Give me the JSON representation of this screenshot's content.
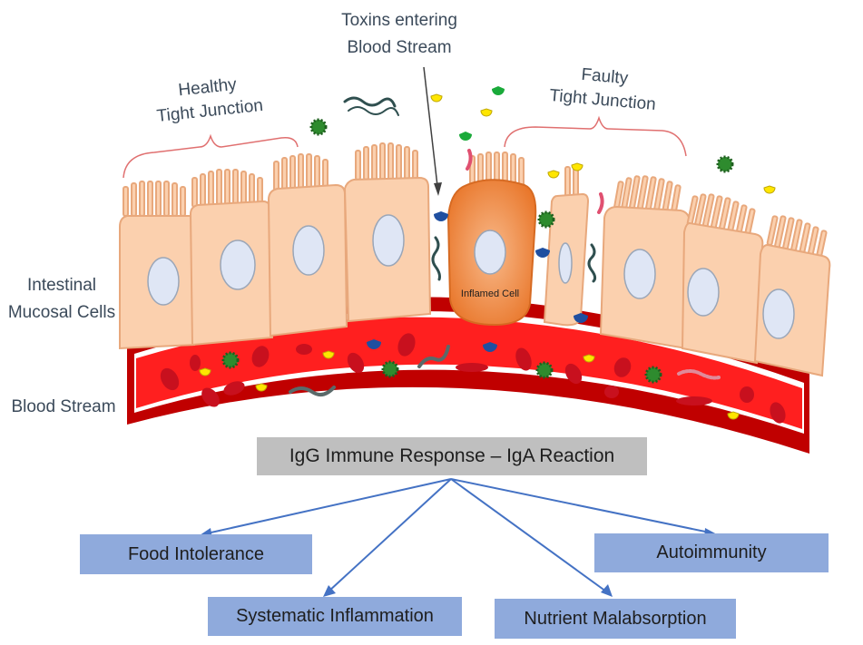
{
  "labels": {
    "toxins_line1": "Toxins entering",
    "toxins_line2": "Blood Stream",
    "healthy_line1": "Healthy",
    "healthy_line2": "Tight Junction",
    "faulty_line1": "Faulty",
    "faulty_line2": "Tight Junction",
    "mucosal_line1": "Intestinal",
    "mucosal_line2": "Mucosal Cells",
    "blood_stream": "Blood Stream",
    "inflamed_cell": "Inflamed Cell"
  },
  "response": "IgG Immune Response – IgA Reaction",
  "outcomes": {
    "food_intolerance": "Food Intolerance",
    "autoimmunity": "Autoimmunity",
    "systematic_inflammation": "Systematic Inflammation",
    "nutrient_malabsorption": "Nutrient Malabsorption"
  },
  "colors": {
    "cell_fill": "#fbd0ae",
    "cell_stroke": "#e8a87c",
    "nucleus": "#dfe6f5",
    "inflamed": "#f0833a",
    "vessel_wall": "#c00000",
    "blood": "#ff1f1f",
    "rbc": "#c8101e",
    "label_text": "#3b4a5a",
    "bracket": "#e07070",
    "arrow": "#4472c4",
    "outcome_box": "#8faadc",
    "response_box": "#bfbfbf",
    "virus": "#2e8b2e",
    "toxin_yellow": "#ffe600",
    "toxin_green": "#1aaa3a",
    "toxin_blue": "#1f4fa0"
  }
}
